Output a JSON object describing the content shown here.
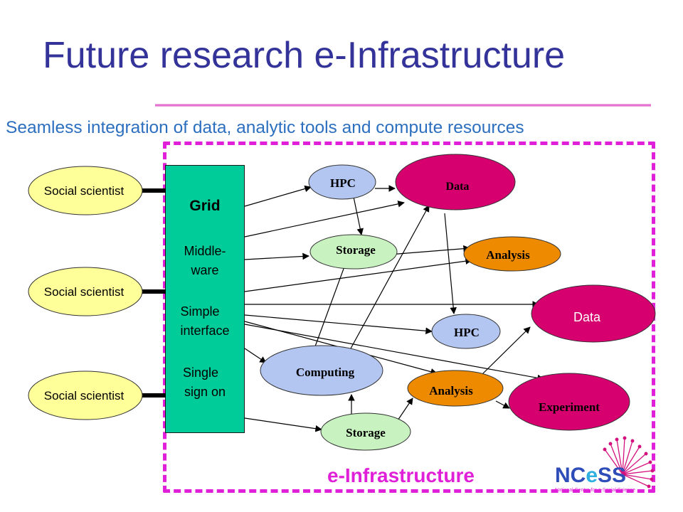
{
  "title": "Future research e-Infrastructure",
  "subtitle": "Seamless integration of data, analytic tools and compute resources",
  "users": [
    "Social scientist",
    "Social scientist",
    "Social scientist"
  ],
  "grid": {
    "title": "Grid",
    "lines": [
      "Middle-",
      "ware",
      "Simple",
      "interface",
      "Single",
      "sign on"
    ]
  },
  "nodes": [
    {
      "id": "hpc1",
      "label": "HPC",
      "fill": "#b3c6f2"
    },
    {
      "id": "data1",
      "label": "Data",
      "fill": "#d6006f"
    },
    {
      "id": "storage1",
      "label": "Storage",
      "fill": "#c8f2c0"
    },
    {
      "id": "analysis1",
      "label": "Analysis",
      "fill": "#ee8a00"
    },
    {
      "id": "data2",
      "label": "Data",
      "fill": "#d6006f"
    },
    {
      "id": "hpc2",
      "label": "HPC",
      "fill": "#b3c6f2"
    },
    {
      "id": "computing",
      "label": "Computing",
      "fill": "#b3c6f2"
    },
    {
      "id": "analysis2",
      "label": "Analysis",
      "fill": "#ee8a00"
    },
    {
      "id": "experiment",
      "label": "Experiment",
      "fill": "#d6006f"
    },
    {
      "id": "storage2",
      "label": "Storage",
      "fill": "#c8f2c0"
    }
  ],
  "infrastructure_label": "e-Infrastructure",
  "logo": {
    "text_a": "NC",
    "text_e": "e",
    "text_b": "SS",
    "tagline": "National Centre for e-Social Science"
  },
  "colors": {
    "title": "#33339a",
    "subtitle": "#2c6fbf",
    "infra_border": "#e020d8",
    "grid_fill": "#00cc99",
    "user_fill": "#ffff99"
  }
}
